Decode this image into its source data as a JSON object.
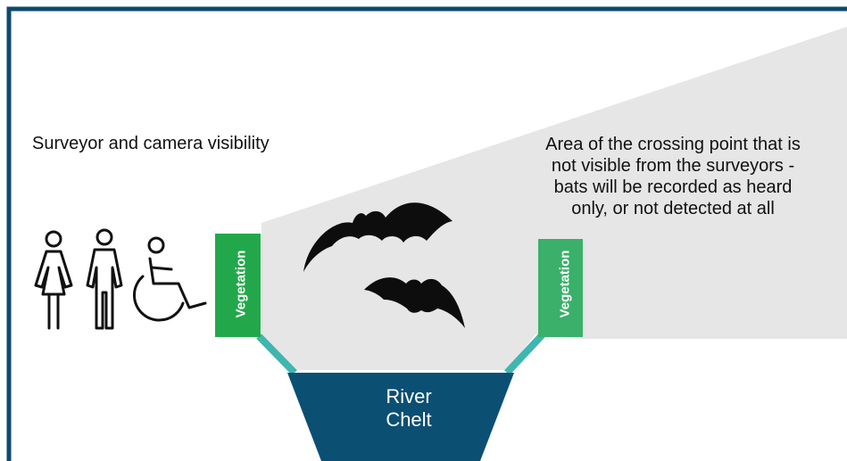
{
  "title": "Surveyor and camera visibility",
  "note": {
    "lines": [
      "Area of the crossing point that is",
      "not visible from the surveyors -",
      "bats will be recorded as heard",
      "only, or not detected at all"
    ]
  },
  "vegetation_left": "Vegetation",
  "vegetation_right": "Vegetation",
  "river": {
    "line1": "River",
    "line2": "Chelt"
  },
  "icons": [
    "woman-icon",
    "man-icon",
    "wheelchair-user-icon",
    "bat-icon",
    "bat-icon"
  ],
  "colors": {
    "frame": "#0c4a6e",
    "river": "#0b4f73",
    "vegetation": "#22a84a",
    "bank": "#3fb6b0",
    "shade": "#e6e6e6",
    "bat": "#0d0d0d"
  }
}
